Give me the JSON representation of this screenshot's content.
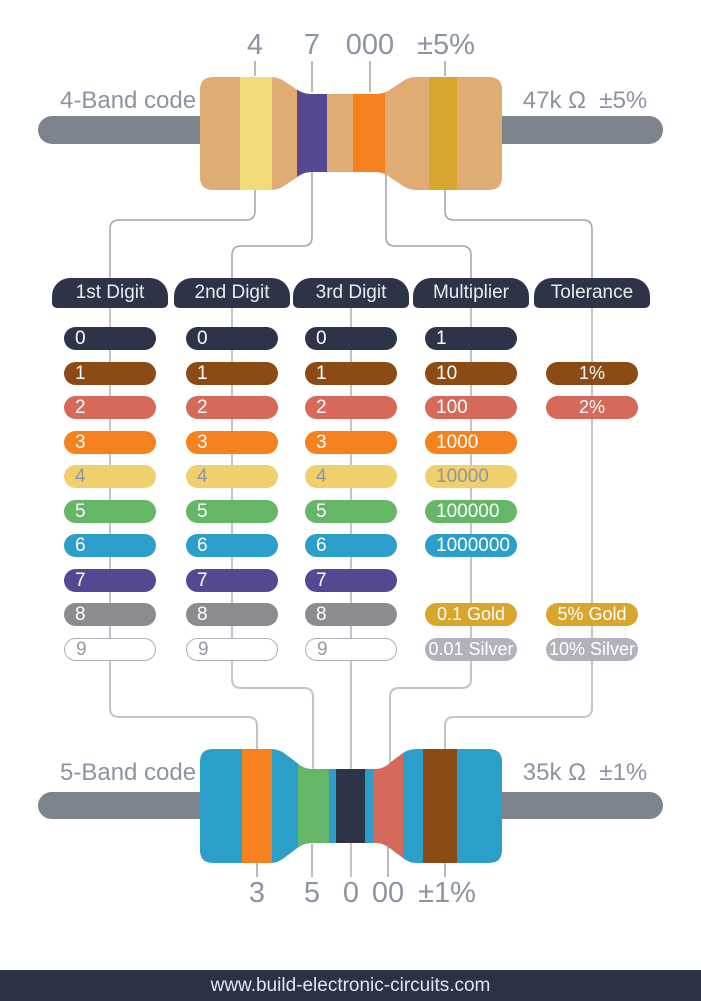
{
  "colors": {
    "navy": "#2E3448",
    "body_tan": "#DFAD73",
    "body_blue": "#2B9FC9",
    "wire_gray": "#7D848D",
    "label_gray": "#8C93A1",
    "connector_gray": "#9FA4AC",
    "column_line_gray": "#C2C4C9",
    "footer_bg": "#2B3243",
    "footer_text": "#E2E5EA"
  },
  "palette": {
    "black": {
      "bg": "#2E3448",
      "text": "#FFFFFF"
    },
    "brown": {
      "bg": "#8C4A15",
      "text": "#FFFFFF"
    },
    "red": {
      "bg": "#D6695A",
      "text": "#FFFFFF"
    },
    "orange": {
      "bg": "#F5821F",
      "text": "#FFFFFF"
    },
    "yellow": {
      "bg": "#EFD06D",
      "text": "#8F95A0"
    },
    "green": {
      "bg": "#63B766",
      "text": "#FFFFFF"
    },
    "blue": {
      "bg": "#2B9FC9",
      "text": "#FFFFFF"
    },
    "violet": {
      "bg": "#564792",
      "text": "#FFFFFF"
    },
    "gray": {
      "bg": "#8B8B90",
      "text": "#FFFFFF"
    },
    "white": {
      "bg": "#FFFFFF",
      "text": "#9499A3",
      "border": "#ABAFB7"
    },
    "gold": {
      "bg": "#D8A52D",
      "text": "#FFFFFF"
    },
    "silver": {
      "bg": "#B2B2BD",
      "text": "#FFFFFF"
    }
  },
  "top_resistor": {
    "name": "4-Band code",
    "value": "47k Ω  ±5%",
    "bands": [
      {
        "label": "4",
        "color": "#F2DB79"
      },
      {
        "label": "7",
        "color": "#564792"
      },
      {
        "label": "000",
        "color": "#F5821F"
      },
      {
        "label": "±5%",
        "color": "#D8A52D"
      }
    ]
  },
  "bottom_resistor": {
    "name": "5-Band code",
    "value": "35k Ω  ±1%",
    "bands": [
      {
        "label": "3",
        "color": "#F5821F"
      },
      {
        "label": "5",
        "color": "#63B766"
      },
      {
        "label": "0",
        "color": "#2E3448"
      },
      {
        "label": "00",
        "color": "#D6695A"
      },
      {
        "label": "±1%",
        "color": "#8C4A15"
      }
    ]
  },
  "table": {
    "columns": [
      {
        "header": "1st Digit",
        "rows": [
          {
            "label": "0",
            "color": "black",
            "row": 0
          },
          {
            "label": "1",
            "color": "brown",
            "row": 1
          },
          {
            "label": "2",
            "color": "red",
            "row": 2
          },
          {
            "label": "3",
            "color": "orange",
            "row": 3
          },
          {
            "label": "4",
            "color": "yellow",
            "row": 4
          },
          {
            "label": "5",
            "color": "green",
            "row": 5
          },
          {
            "label": "6",
            "color": "blue",
            "row": 6
          },
          {
            "label": "7",
            "color": "violet",
            "row": 7
          },
          {
            "label": "8",
            "color": "gray",
            "row": 8
          },
          {
            "label": "9",
            "color": "white",
            "row": 9
          }
        ]
      },
      {
        "header": "2nd Digit",
        "rows": [
          {
            "label": "0",
            "color": "black",
            "row": 0
          },
          {
            "label": "1",
            "color": "brown",
            "row": 1
          },
          {
            "label": "2",
            "color": "red",
            "row": 2
          },
          {
            "label": "3",
            "color": "orange",
            "row": 3
          },
          {
            "label": "4",
            "color": "yellow",
            "row": 4
          },
          {
            "label": "5",
            "color": "green",
            "row": 5
          },
          {
            "label": "6",
            "color": "blue",
            "row": 6
          },
          {
            "label": "7",
            "color": "violet",
            "row": 7
          },
          {
            "label": "8",
            "color": "gray",
            "row": 8
          },
          {
            "label": "9",
            "color": "white",
            "row": 9
          }
        ]
      },
      {
        "header": "3rd Digit",
        "rows": [
          {
            "label": "0",
            "color": "black",
            "row": 0
          },
          {
            "label": "1",
            "color": "brown",
            "row": 1
          },
          {
            "label": "2",
            "color": "red",
            "row": 2
          },
          {
            "label": "3",
            "color": "orange",
            "row": 3
          },
          {
            "label": "4",
            "color": "yellow",
            "row": 4
          },
          {
            "label": "5",
            "color": "green",
            "row": 5
          },
          {
            "label": "6",
            "color": "blue",
            "row": 6
          },
          {
            "label": "7",
            "color": "violet",
            "row": 7
          },
          {
            "label": "8",
            "color": "gray",
            "row": 8
          },
          {
            "label": "9",
            "color": "white",
            "row": 9
          }
        ]
      },
      {
        "header": "Multiplier",
        "rows": [
          {
            "label": "1",
            "color": "black",
            "row": 0
          },
          {
            "label": "10",
            "color": "brown",
            "row": 1
          },
          {
            "label": "100",
            "color": "red",
            "row": 2
          },
          {
            "label": "1000",
            "color": "orange",
            "row": 3
          },
          {
            "label": "10000",
            "color": "yellow",
            "row": 4
          },
          {
            "label": "100000",
            "color": "green",
            "row": 5
          },
          {
            "label": "1000000",
            "color": "blue",
            "row": 6
          },
          {
            "label": "0.1 Gold",
            "color": "gold",
            "row": 8,
            "center": true
          },
          {
            "label": "0.01 Silver",
            "color": "silver",
            "row": 9,
            "center": true
          }
        ]
      },
      {
        "header": "Tolerance",
        "rows": [
          {
            "label": "1%",
            "color": "brown",
            "row": 1,
            "center": true
          },
          {
            "label": "2%",
            "color": "red",
            "row": 2,
            "center": true
          },
          {
            "label": "5% Gold",
            "color": "gold",
            "row": 8,
            "center": true
          },
          {
            "label": "10% Silver",
            "color": "silver",
            "row": 9,
            "center": true
          }
        ]
      }
    ]
  },
  "footer": {
    "url": "www.build-electronic-circuits.com"
  }
}
